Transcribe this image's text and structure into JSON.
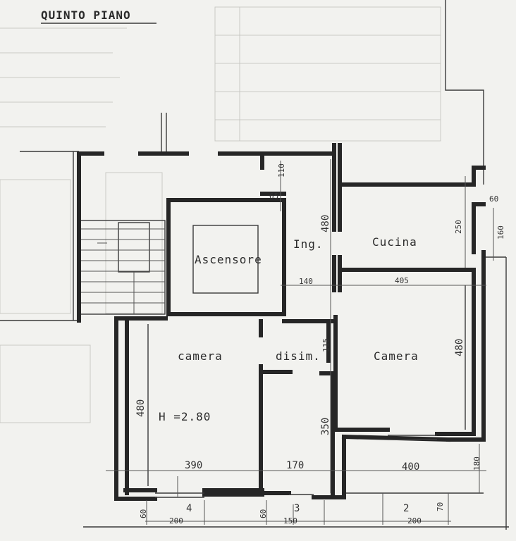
{
  "title": "QUINTO PIANO",
  "rooms": {
    "ascensore": "Ascensore",
    "ingresso": "Ing.",
    "cucina": "Cucina",
    "camera_right": "Camera",
    "camera_left": "camera",
    "disimpegno": "disim.",
    "height": "H =2.80"
  },
  "dimensions": {
    "d110": "110",
    "d65": "65",
    "d480_ing": "480",
    "d250": "250",
    "d60_right": "60",
    "d160": "160",
    "d140": "140",
    "d405": "405",
    "d115": "115",
    "d480_camera": "480",
    "d480_left": "480",
    "d350": "350",
    "d390": "390",
    "d170": "170",
    "d400": "400",
    "d180": "180",
    "d60_a": "60",
    "d200_a": "200",
    "d60_b": "60",
    "d150": "150",
    "d200_b": "200",
    "d70": "70"
  },
  "markers": {
    "m4": "4",
    "m3": "3",
    "m2": "2"
  }
}
